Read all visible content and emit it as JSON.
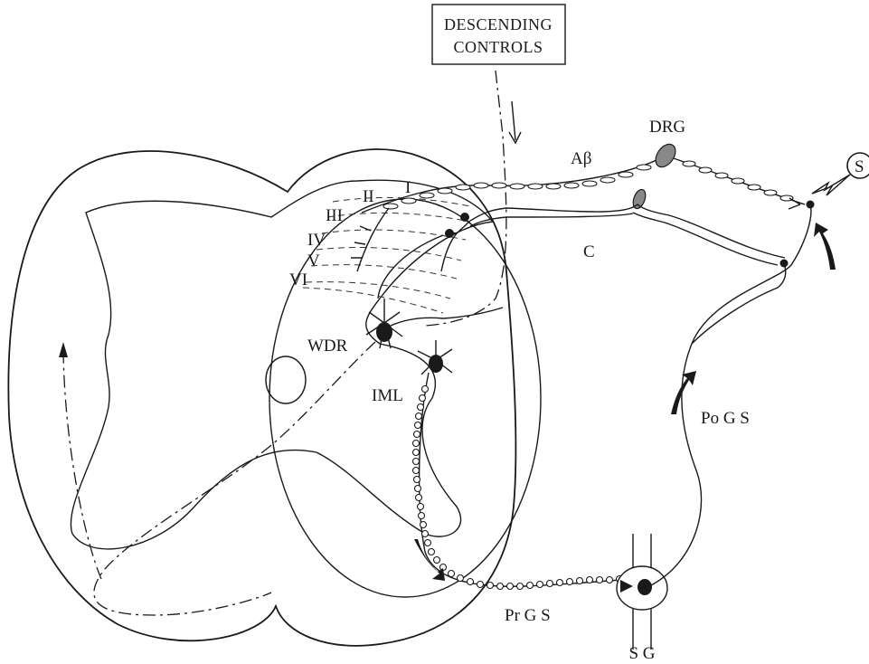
{
  "box": {
    "line1": "DESCENDING",
    "line2": "CONTROLS"
  },
  "labels": {
    "drg": "DRG",
    "abeta": "Aβ",
    "c": "C",
    "s": "S",
    "lamina_1": "I",
    "lamina_2": "II",
    "lamina_3": "III",
    "lamina_4": "IV",
    "lamina_5": "V",
    "lamina_6": "VI",
    "wdr": "WDR",
    "iml": "IML",
    "pogs": "Po G S",
    "prgs": "Pr G S",
    "sg": "S G"
  }
}
